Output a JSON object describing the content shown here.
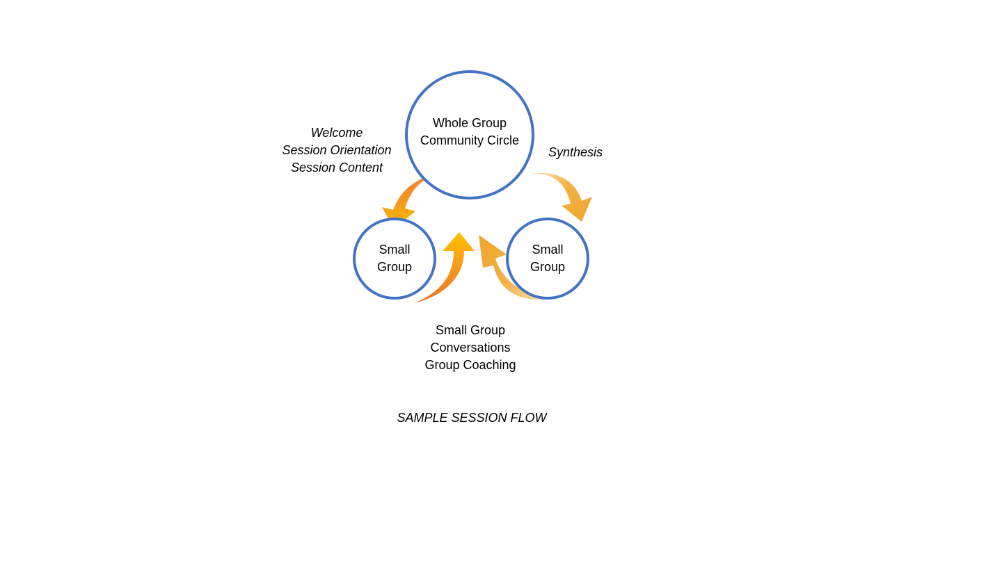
{
  "diagram": {
    "nodes": {
      "whole_group": {
        "line1": "Whole Group",
        "line2": "Community Circle"
      },
      "small_group_left": {
        "line1": "Small",
        "line2": "Group"
      },
      "small_group_right": {
        "line1": "Small",
        "line2": "Group"
      }
    },
    "labels": {
      "welcome": {
        "line1": "Welcome",
        "line2": "Session Orientation",
        "line3": "Session Content"
      },
      "synthesis": "Synthesis",
      "conversations": {
        "line1": "Small Group",
        "line2": "Conversations",
        "line3": "Group Coaching"
      }
    },
    "footer_title": "SAMPLE SESSION FLOW",
    "colors": {
      "circle_border": "#4472c4",
      "arrow_orange": "#ed7d31",
      "arrow_gold": "#ffc000",
      "arrow_amber": "#f0a830"
    }
  }
}
